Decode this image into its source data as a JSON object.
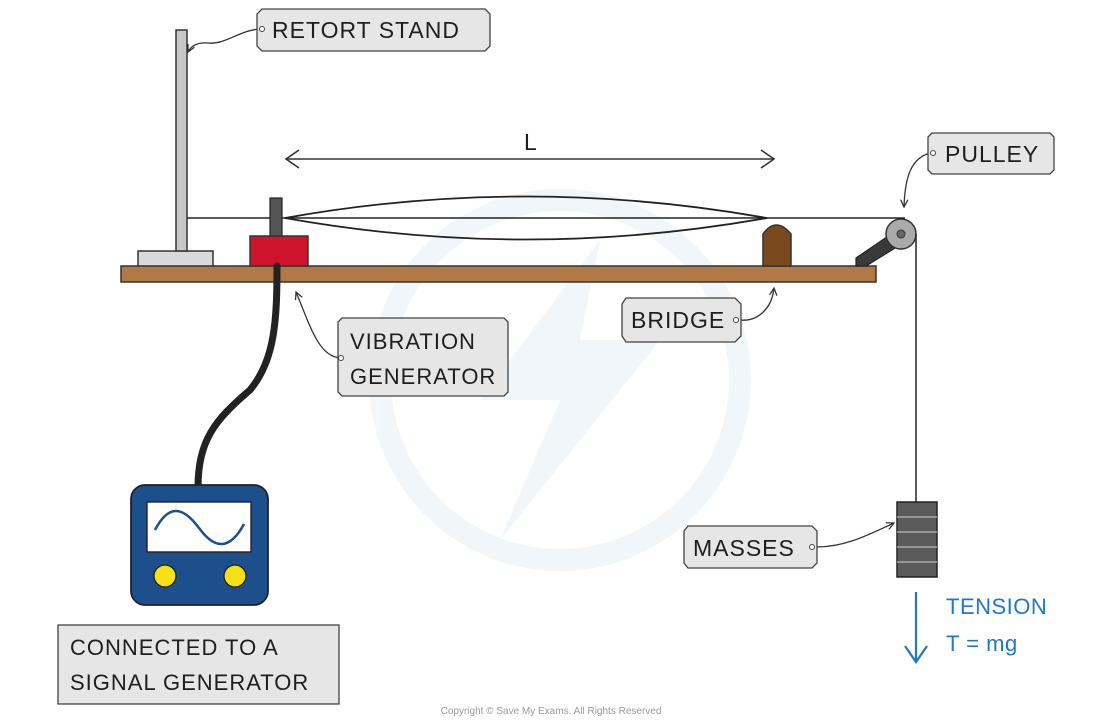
{
  "labels": {
    "retort_stand": "RETORT STAND",
    "length": "L",
    "pulley": "PULLEY",
    "bridge": "BRIDGE",
    "vibration_line1": "VIBRATION",
    "vibration_line2": "GENERATOR",
    "masses": "MASSES",
    "tension_line1": "TENSION",
    "tension_line2": "T = mg",
    "signal_line1": "CONNECTED TO A",
    "signal_line2": "SIGNAL GENERATOR"
  },
  "copyright": "Copyright © Save My Exams. All Rights Reserved",
  "colors": {
    "bench": "#b07a45",
    "vibration_generator": "#d0142c",
    "bridge": "#7a4a1e",
    "signal_generator": "#1d4f8c",
    "knobs": "#f5e01a",
    "tension_arrow": "#1f78c8",
    "label_box": "#e6e6e6"
  }
}
